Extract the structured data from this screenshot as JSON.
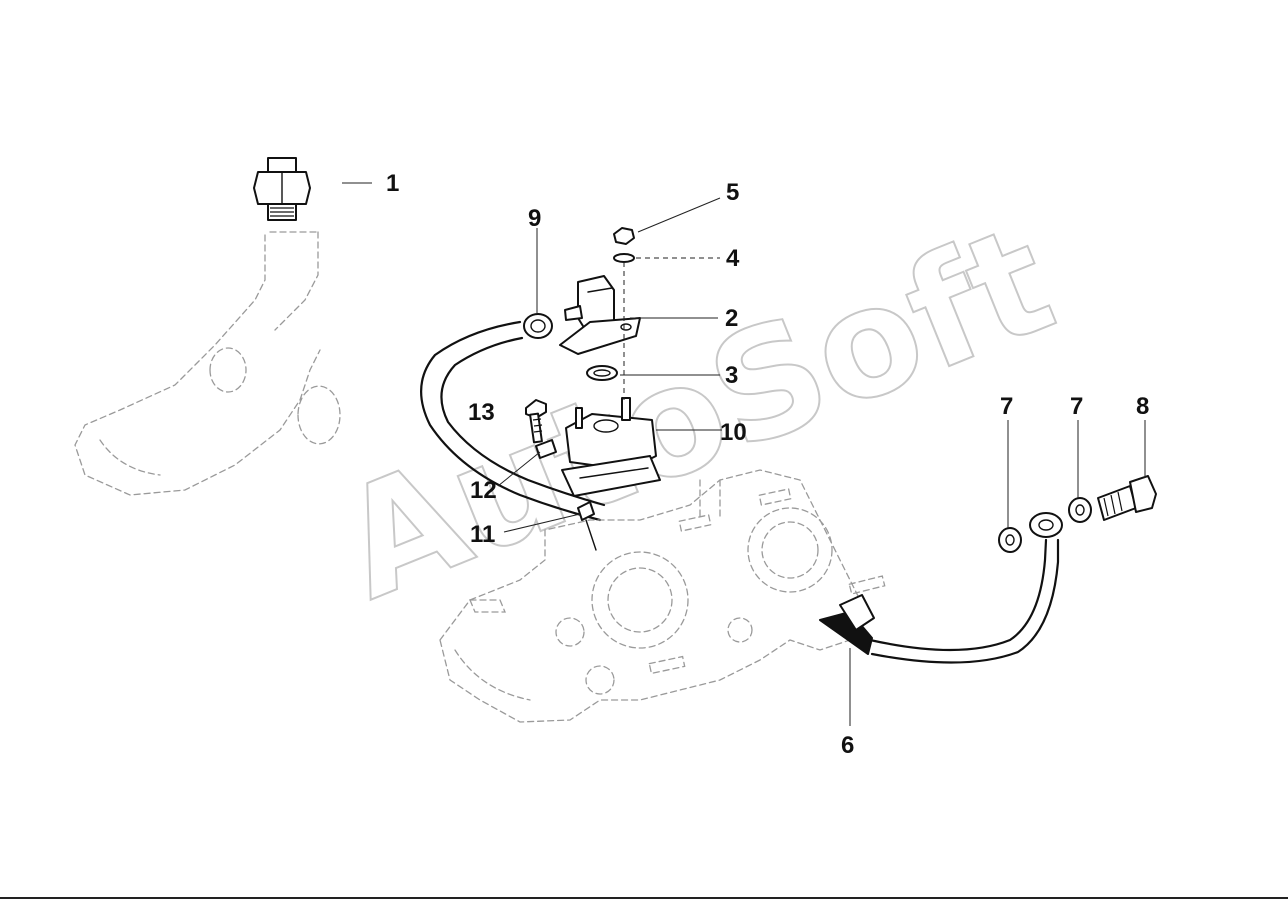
{
  "watermark": "AutoSoft",
  "callouts": [
    {
      "id": "1",
      "label": "1"
    },
    {
      "id": "2",
      "label": "2"
    },
    {
      "id": "3",
      "label": "3"
    },
    {
      "id": "4",
      "label": "4"
    },
    {
      "id": "5",
      "label": "5"
    },
    {
      "id": "6",
      "label": "6"
    },
    {
      "id": "7a",
      "label": "7"
    },
    {
      "id": "7b",
      "label": "7"
    },
    {
      "id": "8",
      "label": "8"
    },
    {
      "id": "9",
      "label": "9"
    },
    {
      "id": "10",
      "label": "10"
    },
    {
      "id": "11",
      "label": "11"
    },
    {
      "id": "12",
      "label": "12"
    },
    {
      "id": "13",
      "label": "13"
    }
  ],
  "colors": {
    "ink": "#111111",
    "ghost": "#9a9a9a",
    "watermark": "#c8c8c8"
  }
}
